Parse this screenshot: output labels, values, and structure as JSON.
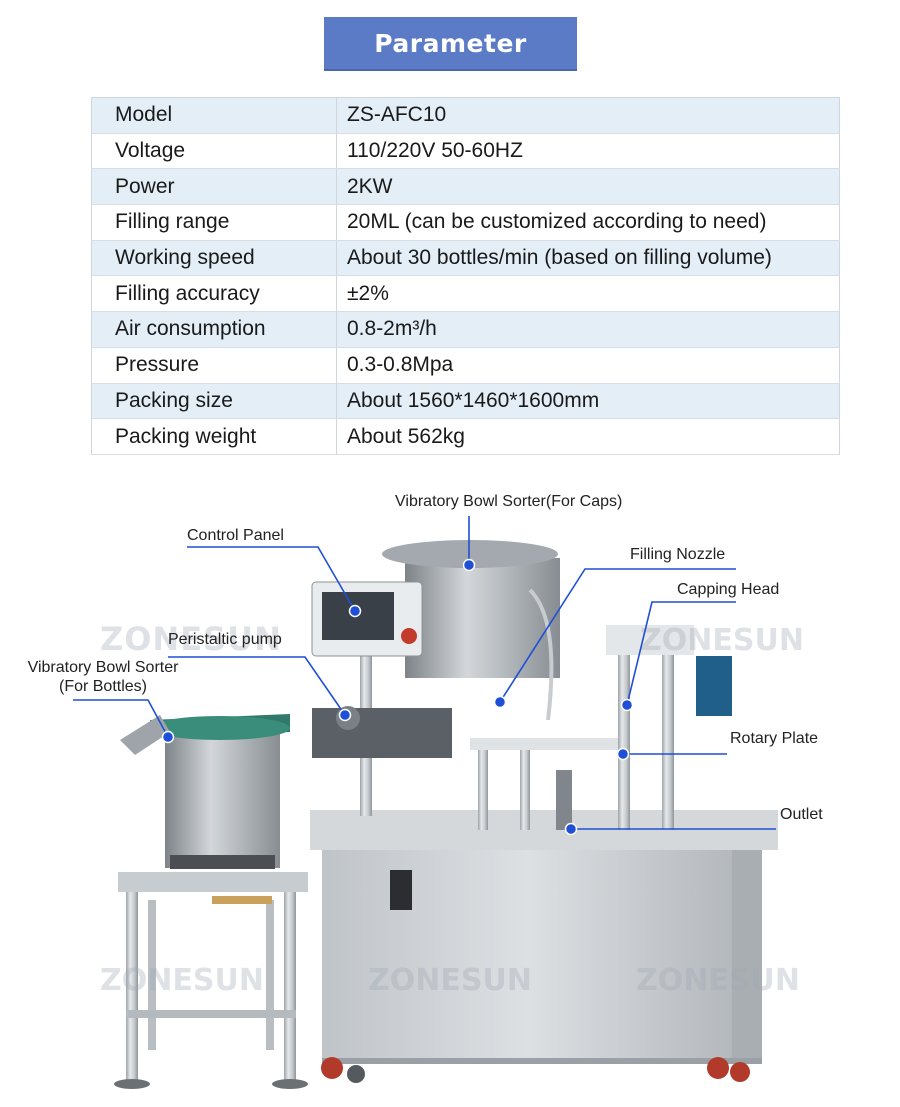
{
  "header": {
    "title": "Parameter"
  },
  "specs": [
    {
      "label": "Model",
      "value": "ZS-AFC10"
    },
    {
      "label": "Voltage",
      "value": "110/220V 50-60HZ"
    },
    {
      "label": "Power",
      "value": "2KW"
    },
    {
      "label": "Filling range",
      "value": "20ML (can be customized according to need)"
    },
    {
      "label": "Working speed",
      "value": "About 30 bottles/min (based on filling volume)"
    },
    {
      "label": "Filling accuracy",
      "value": "±2%"
    },
    {
      "label": "Air consumption",
      "value": "0.8-2m³/h"
    },
    {
      "label": "Pressure",
      "value": "0.3-0.8Mpa"
    },
    {
      "label": "Packing size",
      "value": "About 1560*1460*1600mm"
    },
    {
      "label": "Packing weight",
      "value": "About 562kg"
    }
  ],
  "callouts": {
    "bowl_caps": "Vibratory Bowl Sorter(For Caps)",
    "control_panel": "Control Panel",
    "filling_nozzle": "Filling Nozzle",
    "capping_head": "Capping Head",
    "peristaltic_pump": "Peristaltic pump",
    "bowl_bottles_line1": "Vibratory Bowl Sorter",
    "bowl_bottles_line2": "(For Bottles)",
    "rotary_plate": "Rotary Plate",
    "outlet": "Outlet"
  },
  "watermark": "ZONESUN",
  "colors": {
    "banner": "#5b7bc6",
    "row_alt": "#e3eef7",
    "callout_line": "#1f4fd6"
  }
}
